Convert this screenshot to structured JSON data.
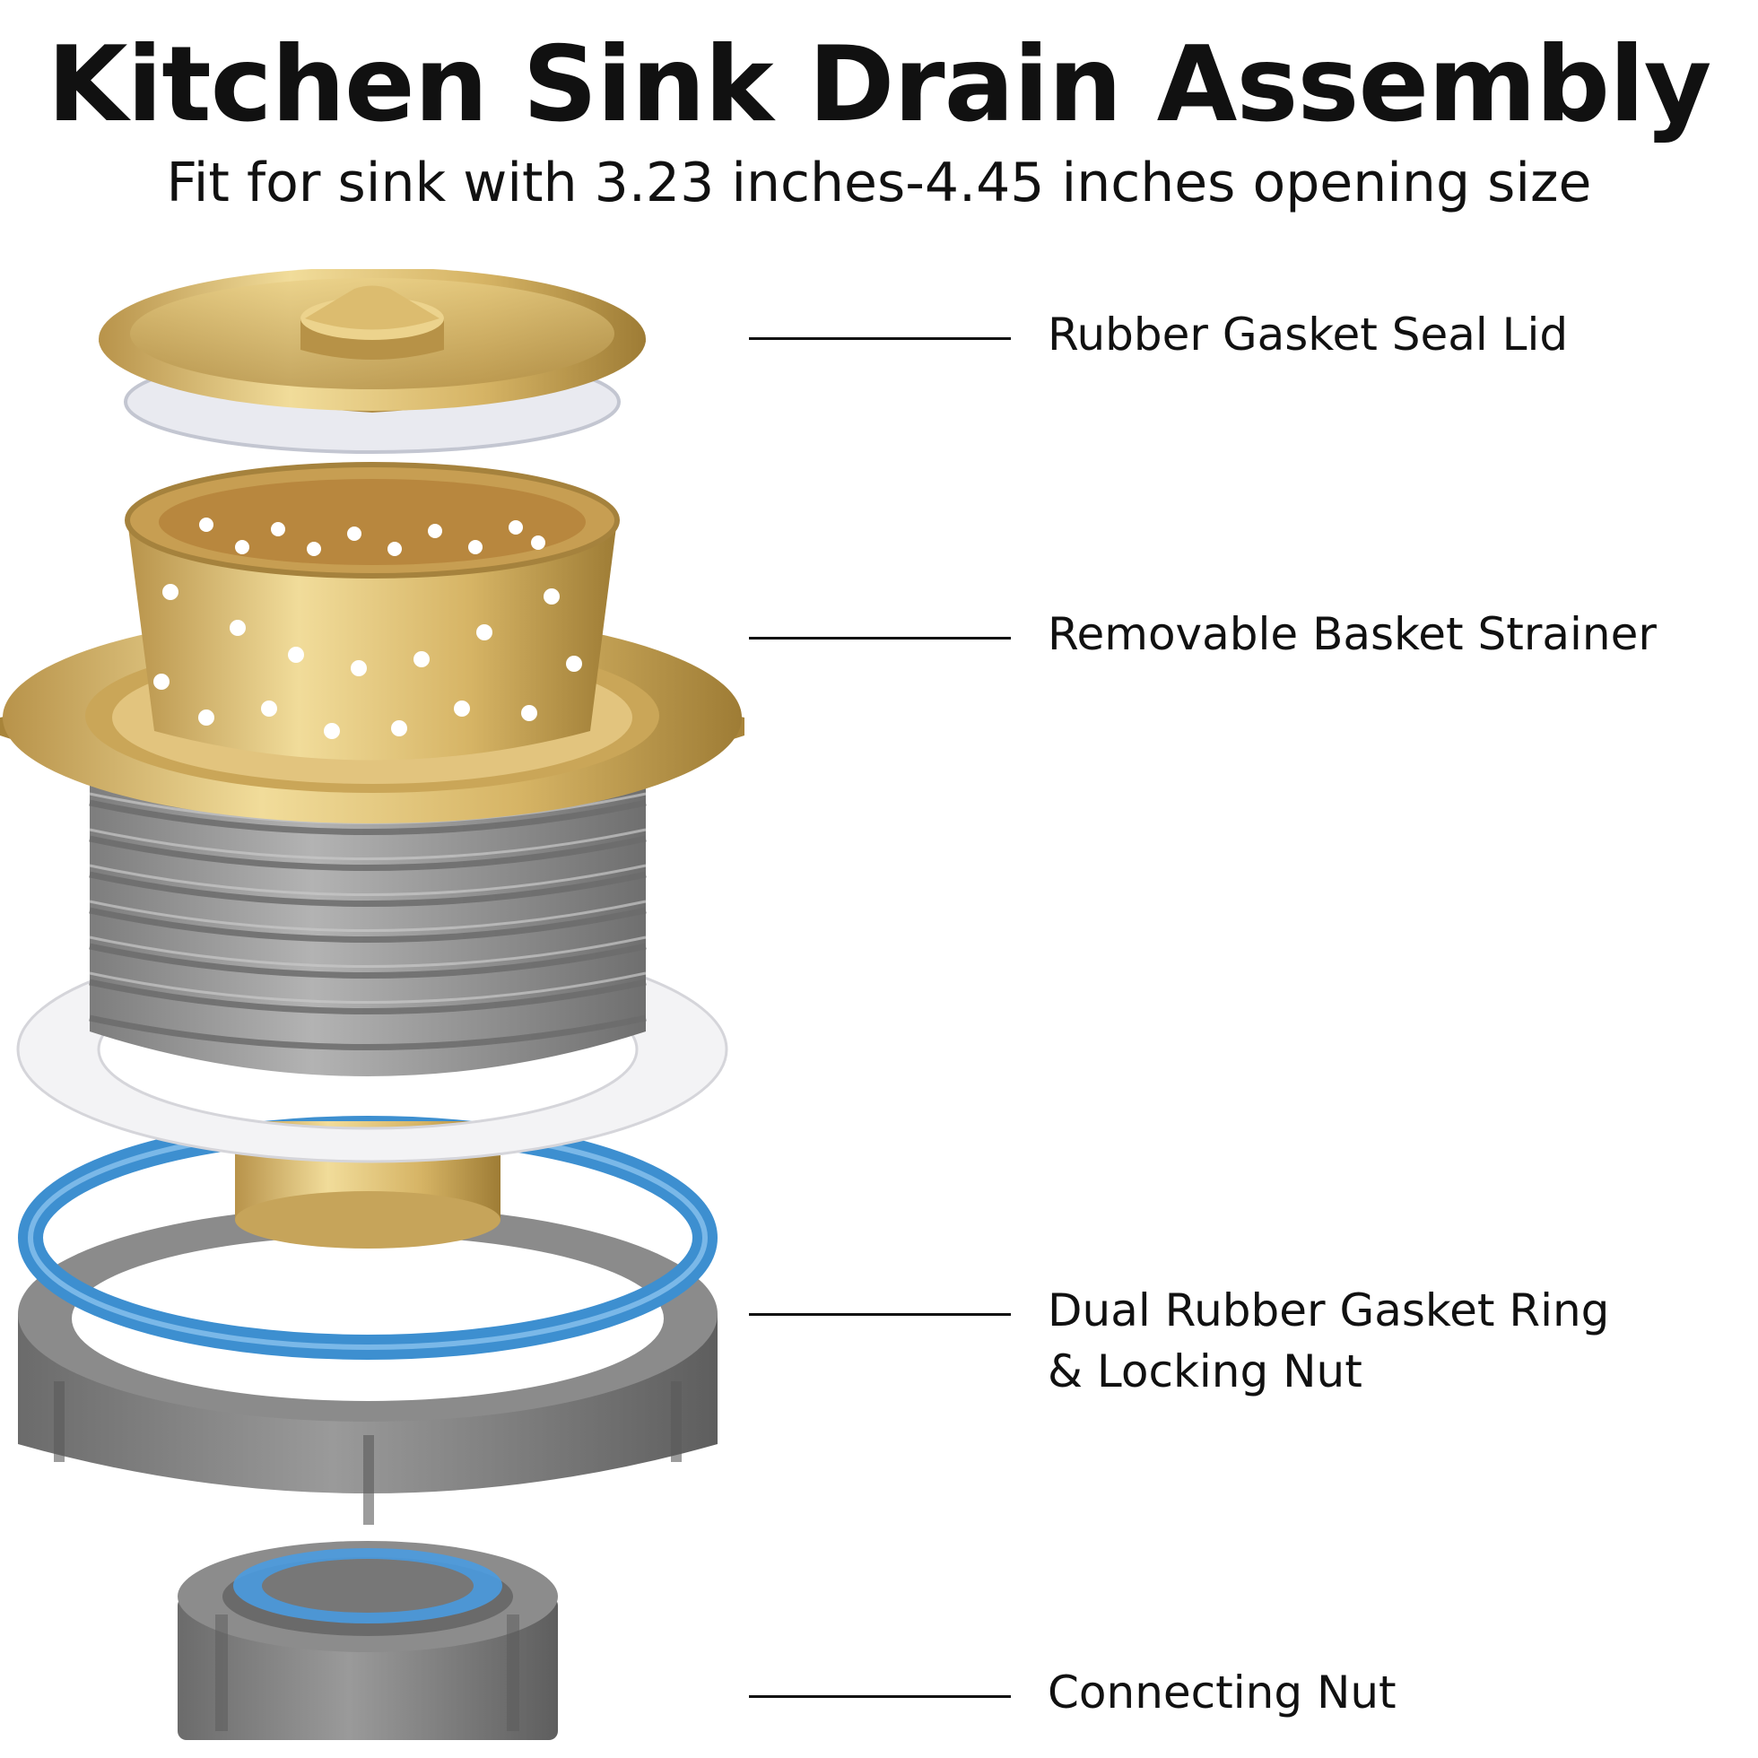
{
  "title": "Kitchen Sink Drain Assembly",
  "subtitle": "Fit for sink with 3.23 inches-4.45 inches opening size",
  "callouts": [
    {
      "label": "Rubber Gasket Seal Lid"
    },
    {
      "label": "Removable Basket Strainer"
    },
    {
      "label_line1": "Dual Rubber Gasket Ring",
      "label_line2": "& Locking Nut"
    },
    {
      "label": "Connecting Nut"
    }
  ],
  "colors": {
    "brass": "#d9b967",
    "brass_dark": "#a8843a",
    "thread_gray": "#8f8f8f",
    "gasket_white": "#f4f4f6",
    "gasket_blue": "#3d8fd0",
    "nut_gray": "#7c7c7c",
    "text": "#111111"
  }
}
